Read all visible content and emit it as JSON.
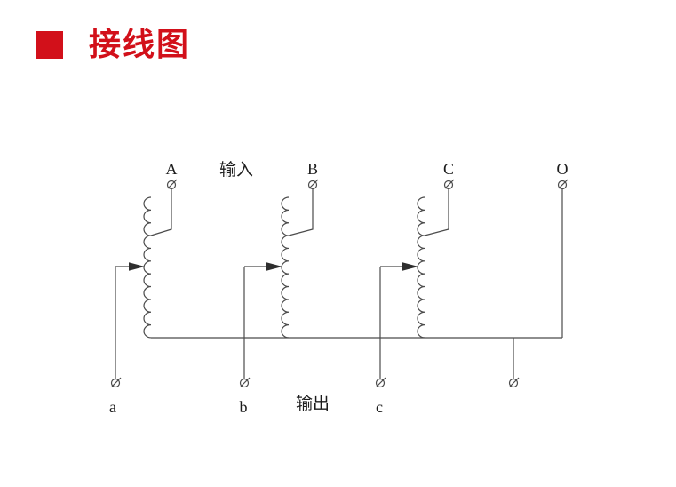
{
  "header": {
    "title": "接线图"
  },
  "colors": {
    "accent_red": "#d2101a",
    "line": "#4b4b4b",
    "text": "#1c1c1c"
  },
  "diagram": {
    "input_section_label": "输入",
    "output_section_label": "输出",
    "input_terminals": {
      "phase_a": "A",
      "phase_b": "B",
      "phase_c": "C",
      "neutral": "O"
    },
    "output_terminals": {
      "phase_a": "a",
      "phase_b": "b",
      "phase_c": "c"
    }
  }
}
